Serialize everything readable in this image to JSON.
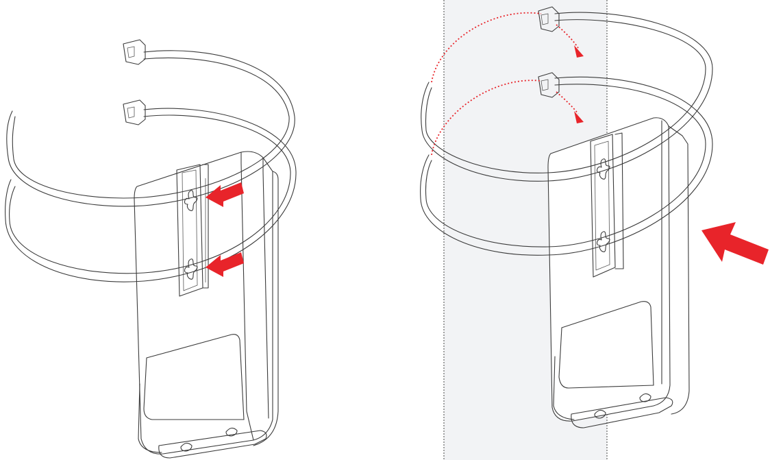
{
  "figure": {
    "left_step": {
      "description_icon": "cable-tie-through-bracket",
      "arrow_count": 2
    },
    "right_step": {
      "description_icon": "bracket-strapped-to-pole",
      "arrow_count": 1
    },
    "colors": {
      "arrow": "#e8242a",
      "outline": "#3a3a3a",
      "pole_fill": "#f2f3f5",
      "background": "#ffffff"
    }
  }
}
